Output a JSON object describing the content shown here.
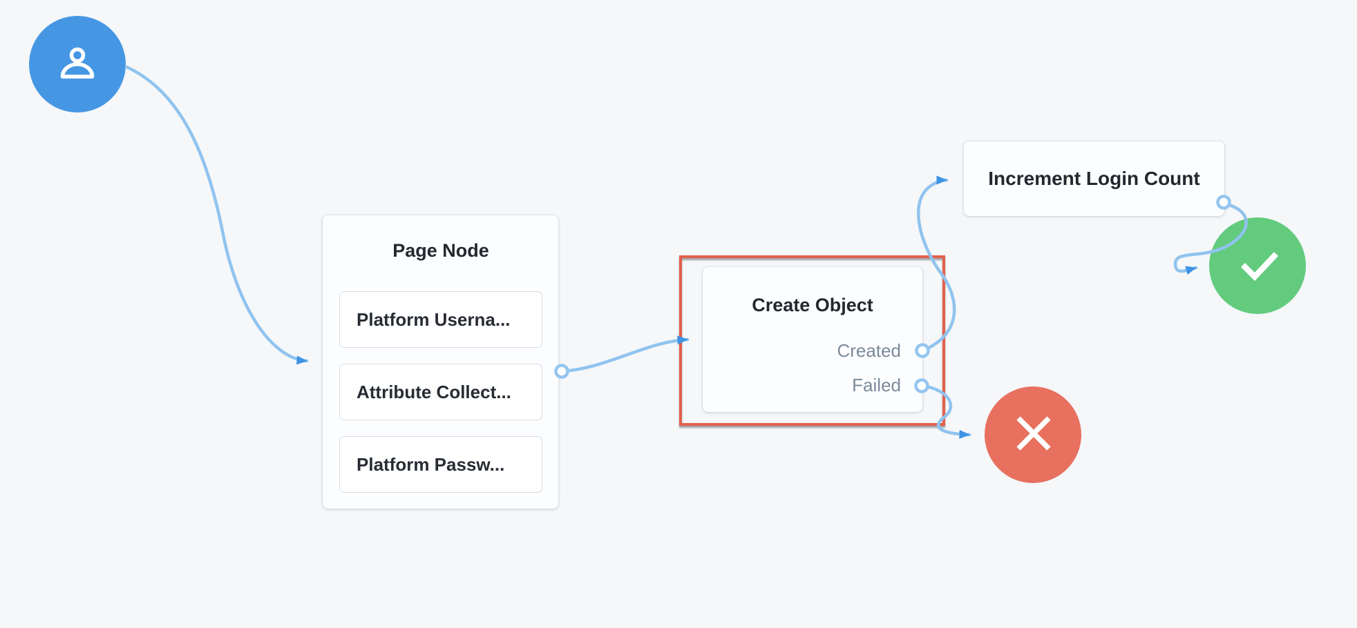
{
  "flow": {
    "start_node": {
      "icon": "user-icon"
    },
    "page_node": {
      "title": "Page Node",
      "children": [
        "Platform Userna...",
        "Attribute Collect...",
        "Platform Passw..."
      ]
    },
    "create_object": {
      "title": "Create Object",
      "outcomes": {
        "created": "Created",
        "failed": "Failed"
      },
      "selected": true
    },
    "increment_node": {
      "title": "Increment Login Count"
    },
    "success_node": {
      "icon": "check-icon"
    },
    "failure_node": {
      "icon": "x-icon"
    }
  },
  "colors": {
    "canvas_bg": "#f5f7f9",
    "start_blue": "#4697e3",
    "success_green": "#63cb7e",
    "failure_red": "#e7705f",
    "selection_red": "#e3604c",
    "connector_blue": "#90c3ef",
    "arrowhead_blue": "#3f93e4",
    "port_stroke_blue": "#93c6f0",
    "outcome_text": "#7b8a9a",
    "title_text": "#23272e"
  }
}
